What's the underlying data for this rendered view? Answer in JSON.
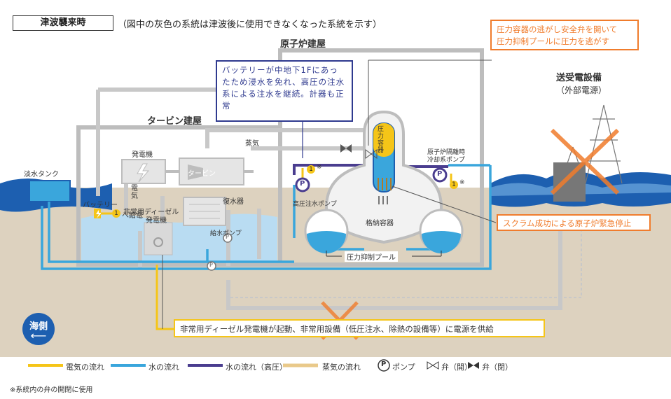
{
  "header": {
    "title": "津波襲来時",
    "note": "（図中の灰色の系統は津波後に使用できなくなった系統を示す）"
  },
  "buildings": {
    "reactor": "原子炉建屋",
    "turbine": "タービン建屋",
    "power": "送受電設備",
    "power_sub": "（外部電源）"
  },
  "callouts": {
    "battery": "バッテリーが中地下1Fにあったため浸水を免れ、高圧の注水系による注水を継続。計器も正常",
    "safety_valve_1": "圧力容器の逃がし安全弁を開いて",
    "safety_valve_2": "圧力抑制プールに圧力を逃がす",
    "scram": "スクラム成功による原子炉緊急停止",
    "diesel": "非常用ディーゼル発電機が起動、非常用設備（低圧注水、除熱の設備等）に電源を供給"
  },
  "labels": {
    "fresh_water_tank": "淡水タンク",
    "battery": "バッテリー",
    "power_feed": "へ給電",
    "generator": "発電機",
    "turbine": "タービン",
    "steam": "蒸気",
    "electric": "電気",
    "emergency_diesel": "非常用ディーゼル",
    "emergency_generator": "発電機",
    "condenser": "復水器",
    "feedwater_pump": "給水ポンプ",
    "pressure_vessel": "圧力容器",
    "containment": "格納容器",
    "hpci_pump": "高圧注水ポンプ",
    "rcic_1": "原子炉隔離時",
    "rcic_2": "冷却系ポンプ",
    "suppression_pool": "圧力抑制プール",
    "sea_side": "海側",
    "sea_arrow": "⟵",
    "pump_letter": "P",
    "battery_marker": "1",
    "note_mark": "※"
  },
  "legend": {
    "electric": "電気の流れ",
    "water": "水の流れ",
    "water_hp": "水の流れ（高圧）",
    "steam": "蒸気の流れ",
    "pump": "ポンプ",
    "valve_open": "弁（開）",
    "valve_closed": "弁（閉）"
  },
  "footnote": "※系統内の弁の開閉に使用",
  "colors": {
    "electric": "#f5c518",
    "water": "#3aa6dc",
    "water_hp": "#4a3d8f",
    "steam": "#e9c98a",
    "unusable": "#c8c8c8",
    "callout_orange": "#f07c2c",
    "callout_blue": "#2f3a8f",
    "sea": "#1d5fb0",
    "ground": "#ddd2bf"
  }
}
